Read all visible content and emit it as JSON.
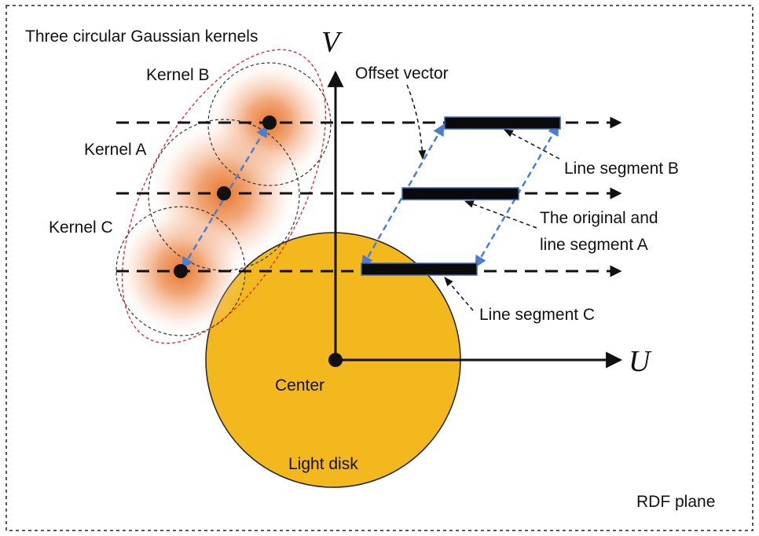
{
  "labels": {
    "kernels_title": "Three circular Gaussian kernels",
    "kernel_a": "Kernel A",
    "kernel_b": "Kernel B",
    "kernel_c": "Kernel C",
    "offset_vector": "Offset vector",
    "line_segment_b": "Line segment B",
    "original_line1": "The original and",
    "original_line2": "line segment A",
    "line_segment_c": "Line segment C",
    "center": "Center",
    "light_disk": "Light disk",
    "rdf_plane": "RDF plane",
    "axis_u": "U",
    "axis_v": "V"
  },
  "colors": {
    "light_disk": "#f2b81e",
    "kernel": "#e8742a",
    "offset_arrow": "#4a7ed1",
    "envelope": "#e03030",
    "segment": "#0a0a0a",
    "segment_border": "#3a64b8"
  }
}
